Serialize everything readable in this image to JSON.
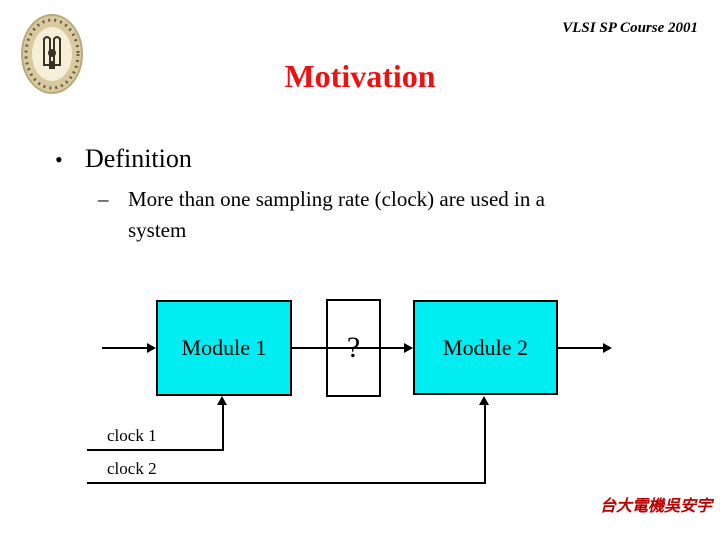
{
  "header": {
    "course": "VLSI SP Course 2001",
    "title": "Motivation"
  },
  "bullets": {
    "level1_marker": "•",
    "level1": "Definition",
    "level2_marker": "–",
    "level2": "More than one sampling rate (clock) are used in a system"
  },
  "diagram": {
    "module1_label": "Module 1",
    "question_label": "?",
    "module2_label": "Module 2",
    "clock1_label": "clock 1",
    "clock2_label": "clock 2"
  },
  "footer": {
    "signature": "台大電機吳安宇"
  },
  "colors": {
    "title": "#ee1111",
    "module_fill": "#00eef2",
    "footer": "#bb0000"
  }
}
